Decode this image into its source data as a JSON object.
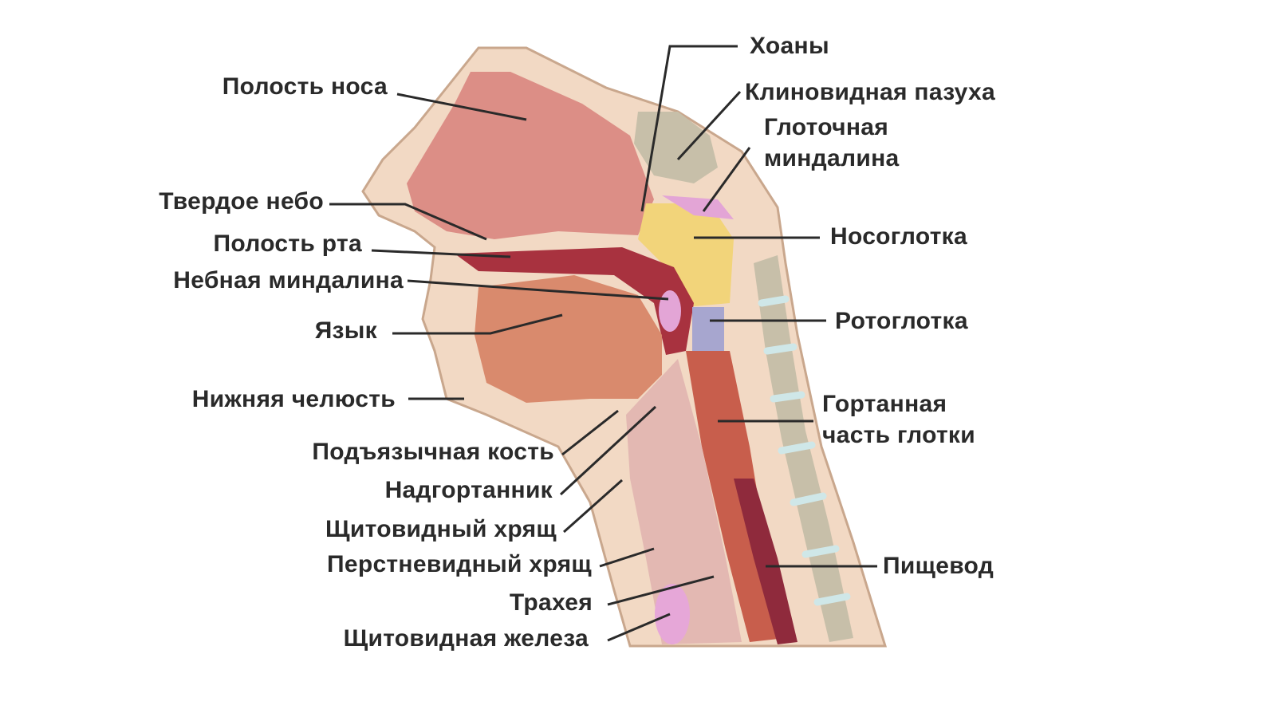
{
  "colors": {
    "background": "#ffffff",
    "skin": "#f2d9c4",
    "skin_outline": "#c9a78d",
    "nasal_cavity": "#dc8e86",
    "tongue": "#d98a6d",
    "muscle": "#c85e4c",
    "palate_dark": "#a8323f",
    "nasopharynx": "#f2d47a",
    "oropharynx": "#a7a6cf",
    "tonsil": "#e3a5d6",
    "thyroid": "#e6a7d8",
    "bone": "#c7bfa9",
    "esophagus": "#8f2a3c",
    "disc": "#cfe7e8",
    "trachea": "#e3b8b2",
    "label_text": "#2a2a2a",
    "leader_line": "#2a2a2a"
  },
  "labels_left": [
    {
      "id": "nasal-cavity",
      "text": "Полость носа"
    },
    {
      "id": "hard-palate",
      "text": "Твердое небо"
    },
    {
      "id": "oral-cavity",
      "text": "Полость рта"
    },
    {
      "id": "palatine-tonsil",
      "text": "Небная миндалина"
    },
    {
      "id": "tongue",
      "text": "Язык"
    },
    {
      "id": "mandible",
      "text": "Нижняя челюсть"
    },
    {
      "id": "hyoid-bone",
      "text": "Подъязычная кость"
    },
    {
      "id": "epiglottis",
      "text": "Надгортанник"
    },
    {
      "id": "thyroid-cartilage",
      "text": "Щитовидный хрящ"
    },
    {
      "id": "cricoid-cartilage",
      "text": "Перстневидный хрящ"
    },
    {
      "id": "trachea",
      "text": "Трахея"
    },
    {
      "id": "thyroid-gland",
      "text": "Щитовидная железа"
    }
  ],
  "labels_right": [
    {
      "id": "choanae",
      "text": "Хоаны"
    },
    {
      "id": "sphenoid-sinus",
      "text": "Клиновидная пазуха"
    },
    {
      "id": "pharyngeal-tonsil",
      "lines": [
        "Глоточная",
        "миндалина"
      ]
    },
    {
      "id": "nasopharynx",
      "text": "Носоглотка"
    },
    {
      "id": "oropharynx",
      "text": "Ротоглотка"
    },
    {
      "id": "laryngopharynx",
      "lines": [
        "Гортанная",
        "часть глотки"
      ]
    },
    {
      "id": "esophagus",
      "text": "Пищевод"
    }
  ]
}
